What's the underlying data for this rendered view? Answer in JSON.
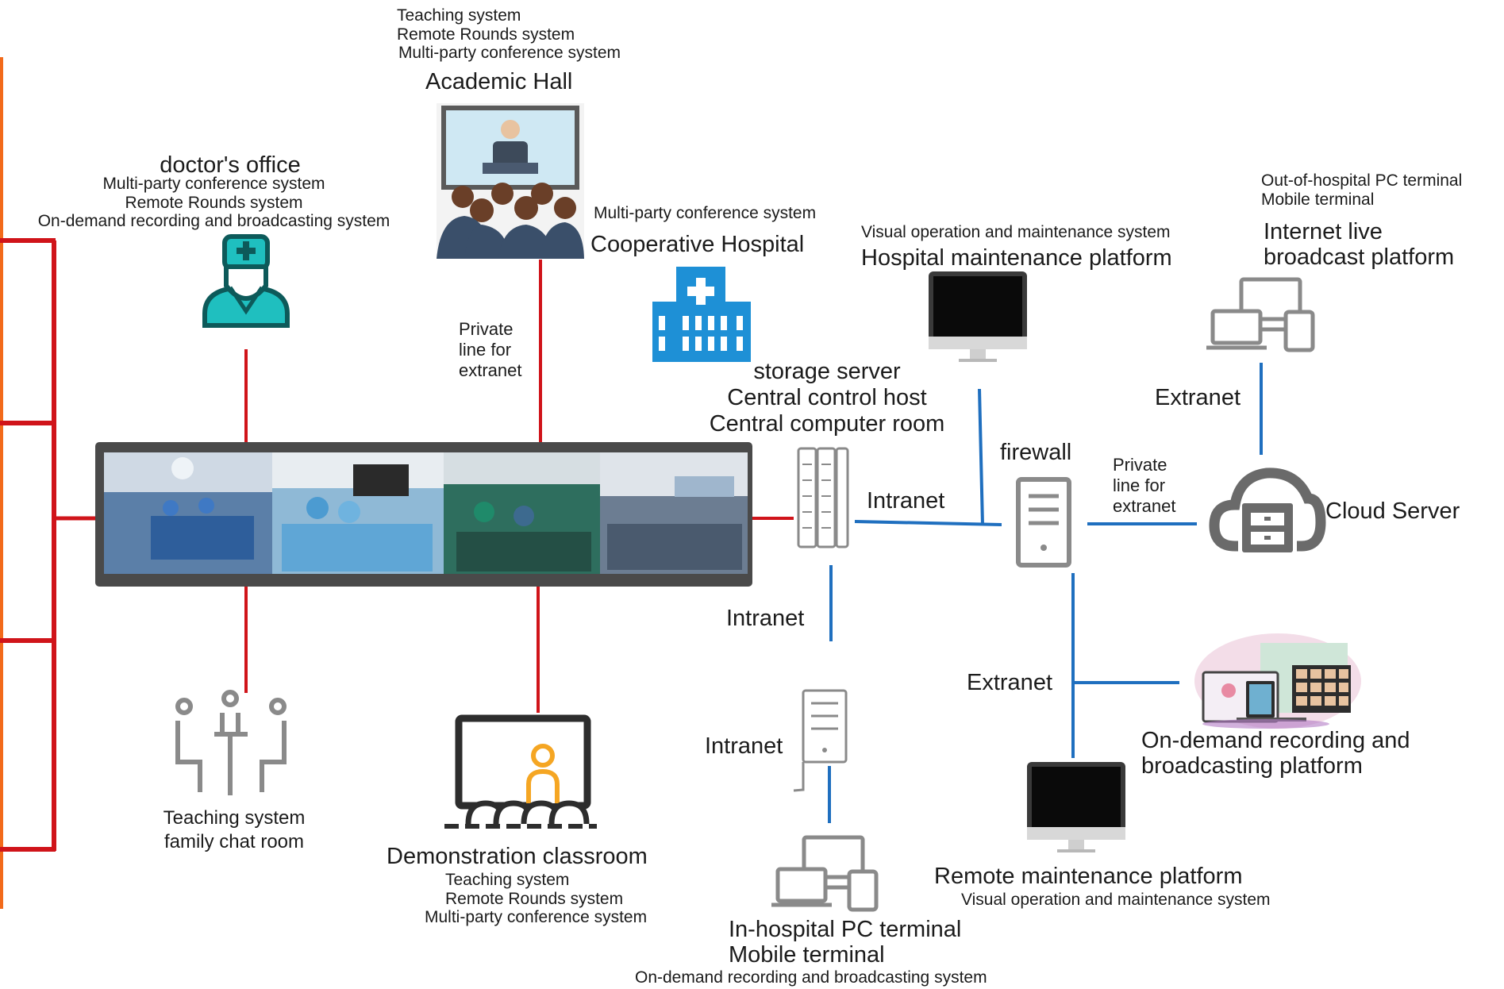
{
  "labels": {
    "academic_hall": {
      "systems": [
        "Teaching system",
        "Remote Rounds system",
        "Multi-party conference system"
      ],
      "title": "Academic Hall"
    },
    "doctors_office": {
      "title": "doctor's office",
      "systems": [
        "Multi-party conference system",
        "Remote Rounds system",
        "On-demand recording and broadcasting system"
      ]
    },
    "cooperative_hospital": {
      "system": "Multi-party conference system",
      "title": "Cooperative Hospital"
    },
    "hospital_maintenance": {
      "system": "Visual operation and maintenance system",
      "title": "Hospital maintenance platform"
    },
    "internet_live": {
      "terminals": [
        "Out-of-hospital PC terminal",
        "Mobile terminal"
      ],
      "title": [
        "Internet live",
        "broadcast platform"
      ]
    },
    "central_room": [
      "storage server",
      "Central control host",
      "Central computer room"
    ],
    "firewall": "firewall",
    "cloud_server": "Cloud Server",
    "private_line_left": [
      "Private",
      "line for",
      "extranet"
    ],
    "private_line_right": [
      "Private",
      "line for",
      "extranet"
    ],
    "intranet_1": "Intranet",
    "intranet_2": "Intranet",
    "intranet_3": "Intranet",
    "extranet_1": "Extranet",
    "extranet_2": "Extranet",
    "family_room": [
      "Teaching system",
      "family chat room"
    ],
    "demo_classroom": {
      "title": "Demonstration classroom",
      "systems": [
        "Teaching system",
        "Remote Rounds system",
        "Multi-party conference system"
      ]
    },
    "in_hospital": {
      "title": [
        "In-hospital PC terminal",
        "Mobile terminal"
      ],
      "system": "On-demand recording and broadcasting system"
    },
    "on_demand": [
      "On-demand recording and",
      "broadcasting platform"
    ],
    "remote_maintenance": {
      "title": "Remote maintenance platform",
      "system": "Visual operation and maintenance system"
    }
  },
  "colors": {
    "red_line": "#d0141a",
    "orange_line": "#f26a1b",
    "blue_line": "#1f6fbf",
    "teal": "#1fbfbf",
    "hospital_blue": "#1e90d6",
    "gray_icon": "#8a8a8a",
    "dark_icon": "#2d2d2d",
    "orange_icon": "#f5a623"
  }
}
